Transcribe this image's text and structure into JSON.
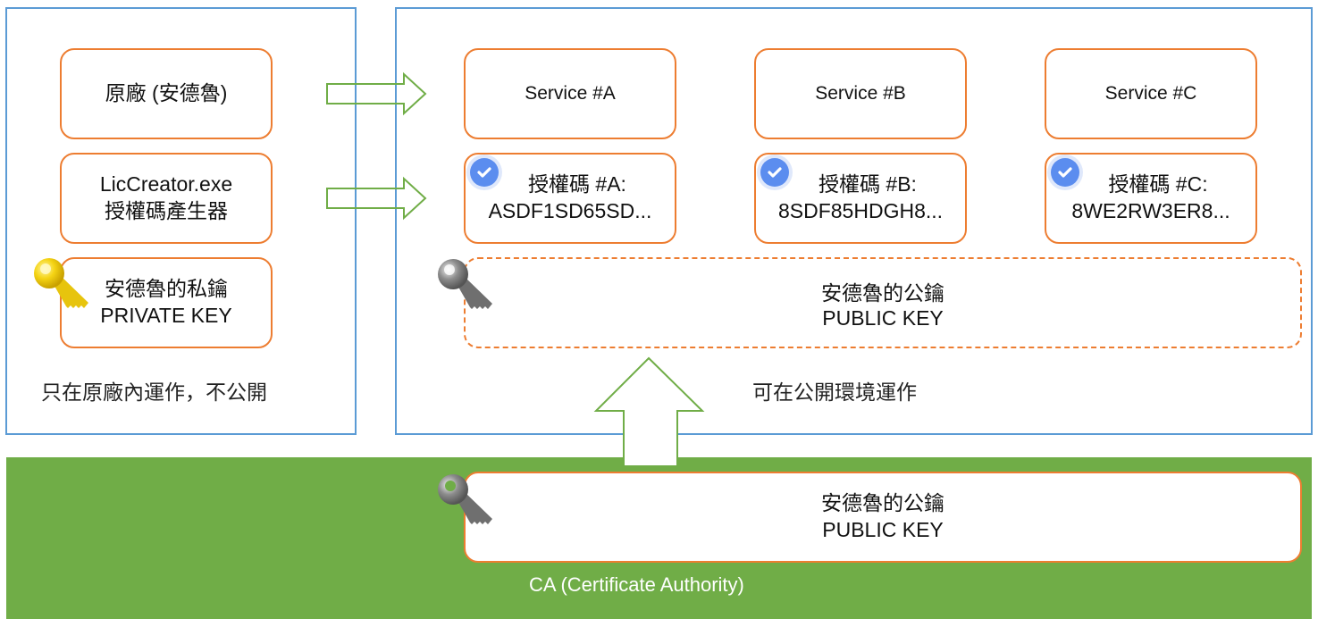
{
  "left_panel": {
    "vendor_box": "原廠 (安德魯)",
    "creator_box": {
      "line1": "LicCreator.exe",
      "line2": "授權碼產生器"
    },
    "private_key_box": {
      "line1": "安德魯的私鑰",
      "line2": "PRIVATE KEY"
    },
    "caption": "只在原廠內運作，不公開"
  },
  "right_panel": {
    "services": [
      {
        "name": "Service #A",
        "license_label": "授權碼 #A:",
        "license_code": "ASDF1SD65SD..."
      },
      {
        "name": "Service #B",
        "license_label": "授權碼 #B:",
        "license_code": "8SDF85HDGH8..."
      },
      {
        "name": "Service #C",
        "license_label": "授權碼 #C:",
        "license_code": "8WE2RW3ER8..."
      }
    ],
    "public_key_box": {
      "line1": "安德魯的公鑰",
      "line2": "PUBLIC KEY"
    },
    "caption": "可在公開環境運作"
  },
  "ca_band": {
    "public_key_box": {
      "line1": "安德魯的公鑰",
      "line2": "PUBLIC KEY"
    },
    "label": "CA (Certificate Authority)"
  },
  "colors": {
    "panel_border": "#5b9bd5",
    "box_border": "#ed7d31",
    "arrow_outline": "#70ad47",
    "ca_band": "#70ad47",
    "check_badge": "#5b8def",
    "private_key": "#f2c811",
    "public_key": "#7f7f7f"
  }
}
